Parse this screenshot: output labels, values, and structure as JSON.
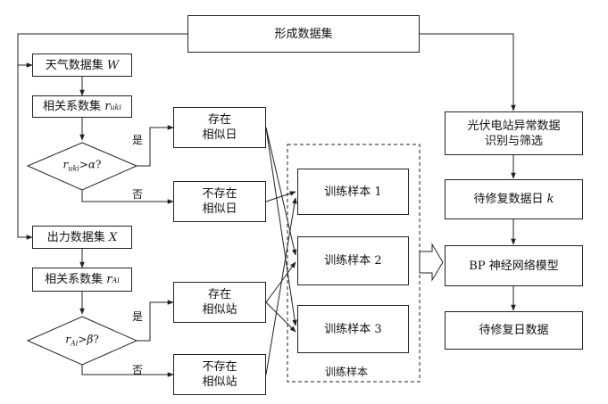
{
  "nodes": {
    "form_dataset": "形成数据集",
    "weather_dataset": "天气数据集",
    "weather_var": "W",
    "corr_weather": "相关系数集",
    "corr_weather_var": "r",
    "corr_weather_sub": "uki",
    "exists_similar_day": [
      "存在",
      "相似日"
    ],
    "not_exists_similar_day": [
      "不存在",
      "相似日"
    ],
    "output_dataset": "出力数据集",
    "output_var": "X",
    "corr_output": "相关系数集",
    "corr_output_var": "r",
    "corr_output_sub": "Ai",
    "exists_similar_station": [
      "存在",
      "相似站"
    ],
    "not_exists_similar_station": [
      "不存在",
      "相似站"
    ],
    "sample_1": "训练样本 1",
    "sample_2": "训练样本 2",
    "sample_3": "训练样本 3",
    "sample_group": "训练样本",
    "pv_anomaly": [
      "光伏电站异常数据",
      "识别与筛选"
    ],
    "repair_day": "待修复数据日",
    "repair_day_var": "k",
    "bp_model": "BP 神经网络模型",
    "repaired_data": "待修复日数据"
  },
  "decisions": {
    "alpha": {
      "var": "r",
      "sub": "uki",
      "op": ">",
      "greek": "α",
      "q": "?"
    },
    "beta": {
      "var": "r",
      "sub": "Ai",
      "op": ">",
      "greek": "β",
      "q": "?"
    }
  },
  "labels": {
    "yes": "是",
    "no": "否"
  }
}
